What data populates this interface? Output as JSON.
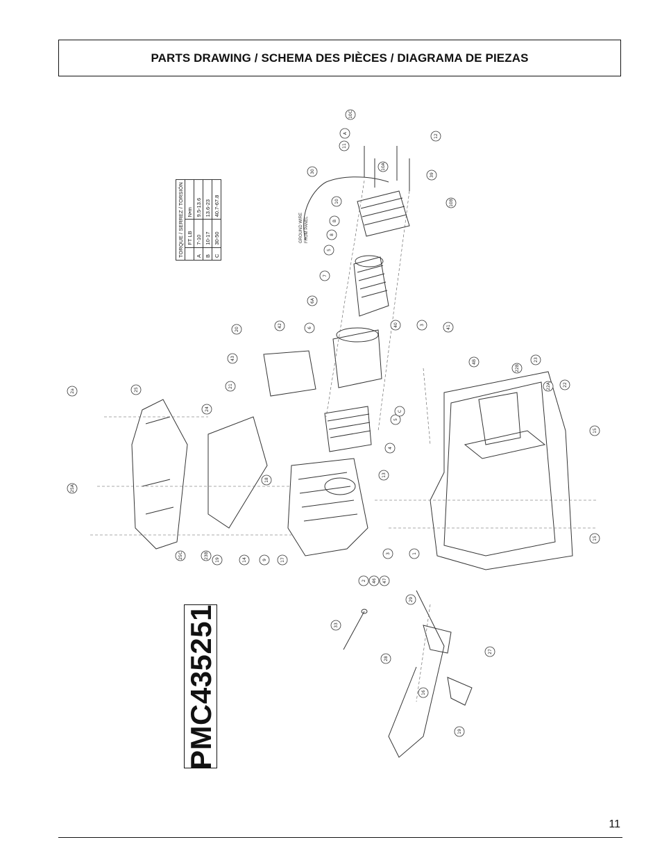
{
  "header": {
    "title": "PARTS DRAWING / SCHEMA DES PIÈCES / DIAGRAMA DE PIEZAS"
  },
  "model": "PMC435251",
  "torque_table": {
    "header": "TORQUE / SERREZ / TORSIÓN",
    "col1": "FT LB",
    "col2": "N•m",
    "rows": [
      {
        "mark": "A",
        "ftlb": "7-10",
        "nm": "9.5-13.6"
      },
      {
        "mark": "B",
        "ftlb": "10-17",
        "nm": "13.6-23"
      },
      {
        "mark": "C",
        "ftlb": "30-50",
        "nm": "40.7-67.8"
      }
    ]
  },
  "ground_wire_label": [
    "GROUND WIRE",
    "FROM PANEL"
  ],
  "callouts": [
    "10C",
    "12",
    "11",
    "A",
    "10A",
    "39",
    "30",
    "10",
    "10B",
    "B",
    "8",
    "5",
    "7",
    "6A",
    "6",
    "42",
    "20",
    "43",
    "21",
    "40",
    "3",
    "41",
    "4B",
    "22B",
    "23",
    "22A",
    "22",
    "2a",
    "25",
    "24",
    "5",
    "C",
    "4",
    "13",
    "15",
    "25A",
    "18",
    "3",
    "1",
    "15",
    "25C",
    "23B",
    "19",
    "14",
    "9",
    "17",
    "2",
    "46",
    "47",
    "29",
    "33",
    "27",
    "28",
    "16",
    "19"
  ],
  "page_number": "11"
}
